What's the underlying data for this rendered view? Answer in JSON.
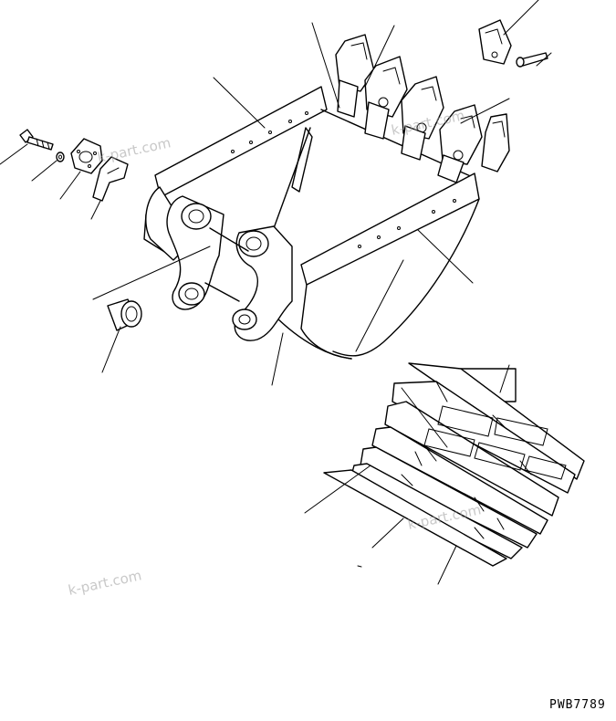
{
  "drawing": {
    "code": "PWB7789"
  },
  "watermarks": [
    "k-part.com",
    "k-part.com",
    "k-part.com",
    "k-part.com"
  ],
  "colors": {
    "line": "#000000",
    "background": "#ffffff",
    "watermark": "#9a9a9a"
  }
}
